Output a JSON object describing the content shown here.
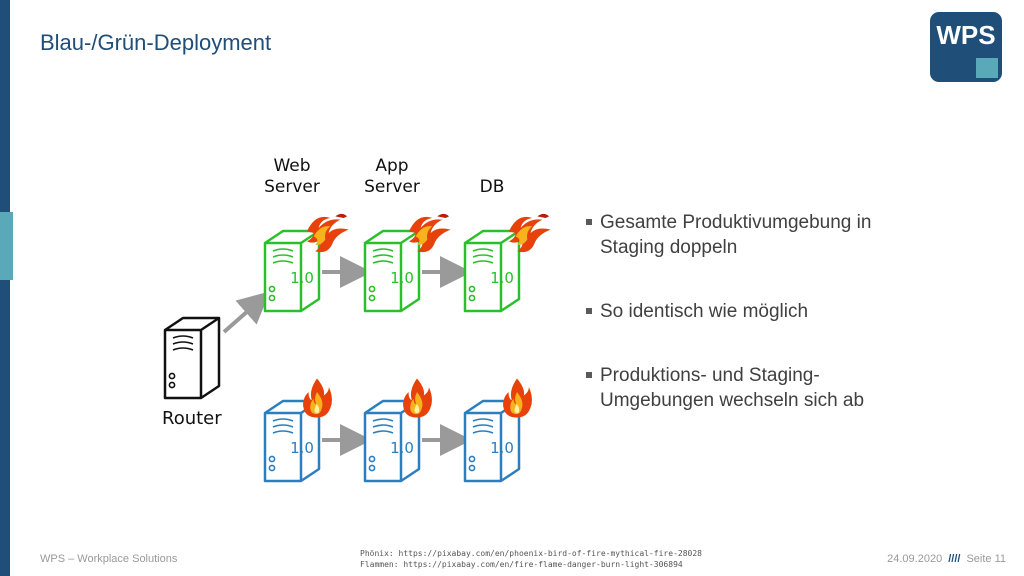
{
  "slide": {
    "title": "Blau-/Grün-Deployment",
    "logo_text": "WPS"
  },
  "diagram": {
    "columns": [
      {
        "label": "Web\nServer"
      },
      {
        "label": "App\nServer"
      },
      {
        "label": "DB"
      }
    ],
    "router_label": "Router",
    "green_env": {
      "color": "#2bbf2b",
      "servers": [
        "1.0",
        "1.0",
        "1.0"
      ],
      "decoration": "phoenix-icon"
    },
    "blue_env": {
      "color": "#2a7fc1",
      "servers": [
        "1.0",
        "1.0",
        "1.0"
      ],
      "decoration": "flame-icon"
    }
  },
  "bullets": [
    "Gesamte Produktivumgebung in Staging doppeln",
    "So identisch wie möglich",
    "Produktions- und Staging-Umgebungen wechseln sich ab"
  ],
  "footer": {
    "left": "WPS – Workplace Solutions",
    "credit_1": "Phönix: https://pixabay.com/en/phoenix-bird-of-fire-mythical-fire-28028",
    "credit_2": "Flammen: https://pixabay.com/en/fire-flame-danger-burn-light-306894",
    "date": "24.09.2020",
    "separator": "////",
    "page": "Seite 11"
  },
  "colors": {
    "brand_dark": "#1f4e79",
    "brand_light": "#5aa9b8",
    "arrow": "#9a9a9a"
  }
}
